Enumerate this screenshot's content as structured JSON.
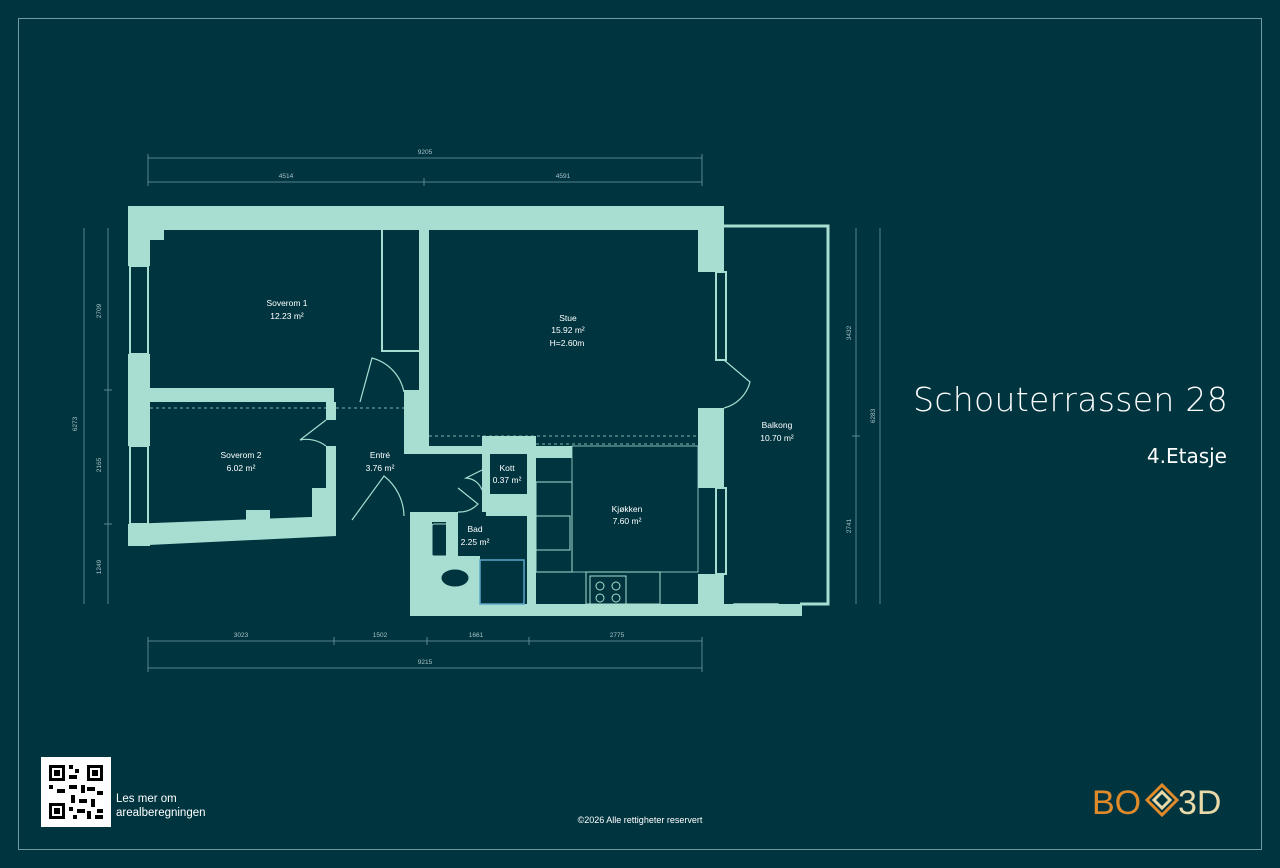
{
  "header": {
    "title": "Schouterrassen 28",
    "floor": "4.Etasje"
  },
  "rooms": {
    "soverom1": {
      "name": "Soverom 1",
      "area": "12.23 m²"
    },
    "stue": {
      "name": "Stue",
      "area": "15.92 m²",
      "height": "H=2.60m"
    },
    "soverom2": {
      "name": "Soverom 2",
      "area": "6.02 m²"
    },
    "entre": {
      "name": "Entré",
      "area": "3.76 m²"
    },
    "kott": {
      "name": "Kott",
      "area": "0.37 m²"
    },
    "bad": {
      "name": "Bad",
      "area": "2.25 m²"
    },
    "kjokken": {
      "name": "Kjøkken",
      "area": "7.60 m²"
    },
    "balkong": {
      "name": "Balkong",
      "area": "10.70 m²"
    }
  },
  "dimensions": {
    "top_total": "9205",
    "top_left": "4514",
    "top_right": "4591",
    "bottom_total": "9215",
    "bottom_1": "3023",
    "bottom_2": "1502",
    "bottom_3": "1661",
    "bottom_4": "2775",
    "left_total": "6273",
    "left_1": "2709",
    "left_2": "2165",
    "left_3": "1249",
    "right_total": "6283",
    "right_1": "3432",
    "right_2": "2741"
  },
  "footer": {
    "qr_text_line1": "Les mer om",
    "qr_text_line2": "arealberegningen",
    "copyright": "©2026 Alle rettigheter reservert"
  },
  "logo": {
    "left": "BO",
    "right": "3D",
    "color_left": "#e08a2a",
    "color_right": "#e9d9a8"
  },
  "colors": {
    "background": "#003540",
    "walls": "#a8ddd1"
  }
}
